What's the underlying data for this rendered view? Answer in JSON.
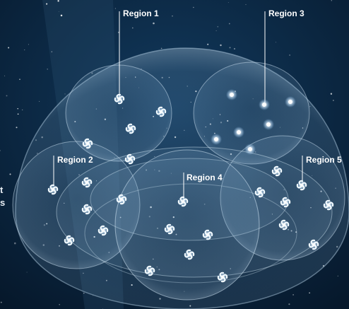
{
  "regions": [
    {
      "id": "r1",
      "label": "Region 1"
    },
    {
      "id": "r2",
      "label": "Region 2"
    },
    {
      "id": "r3",
      "label": "Region 3"
    },
    {
      "id": "r4",
      "label": "Region 4"
    },
    {
      "id": "r5",
      "label": "Region 5"
    }
  ],
  "edge_text": {
    "line1": "t",
    "line2": "s"
  },
  "colors": {
    "background": "#0a2640",
    "bubble_fill": "#8fb6d6",
    "bubble_stroke": "#cfe3f3",
    "galaxy": "#e9f5ff",
    "label": "#ffffff"
  },
  "icons": {
    "galaxy": "spiral-galaxy-icon",
    "star": "bright-star-icon"
  }
}
